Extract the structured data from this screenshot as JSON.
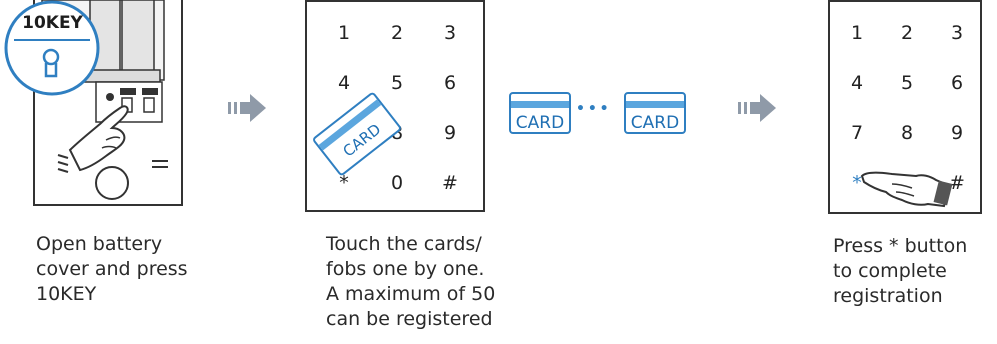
{
  "steps": [
    {
      "lines": [
        "Open battery",
        "cover and press",
        "10KEY"
      ]
    },
    {
      "lines": [
        "Touch the cards/",
        "fobs one by one.",
        "A maximum of 50",
        "can be registered"
      ]
    },
    {
      "lines": [
        "Press * button",
        "to complete",
        "registration"
      ]
    }
  ],
  "badge": {
    "label": "10KEY"
  },
  "keypad_keys": [
    "1",
    "2",
    "3",
    "4",
    "5",
    "6",
    "7",
    "8",
    "9",
    "*",
    "0",
    "#"
  ],
  "card_label": "CARD",
  "ellipsis": "• • •",
  "colors": {
    "accent": "#2f7fc1",
    "arrow": "#8f9aa8",
    "line": "#333333"
  },
  "icons": {
    "arrow": "right-arrow-icon",
    "hand": "pointing-hand-icon",
    "key": "key-icon"
  }
}
